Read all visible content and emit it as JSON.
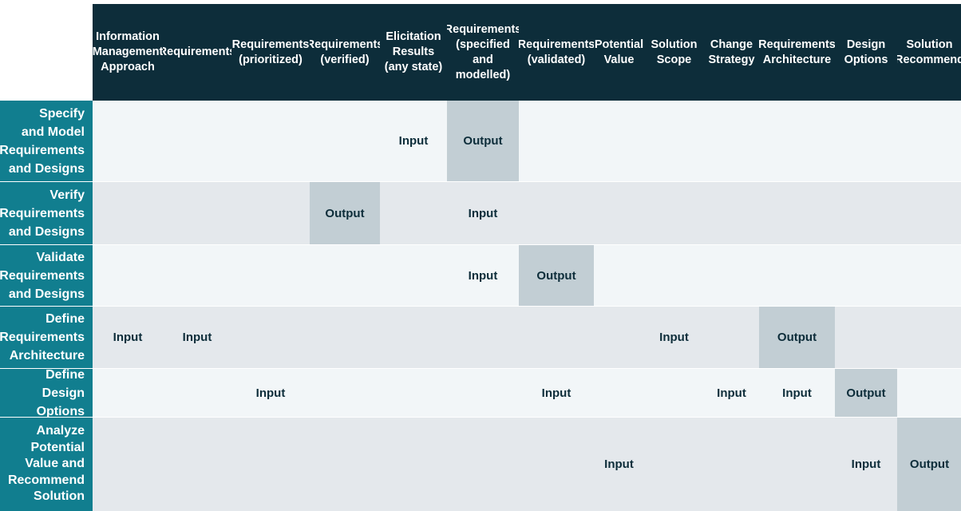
{
  "columns": [
    "Information\nManagement\nApproach",
    "Requirements",
    "Requirements\n(prioritized)",
    "Requirements\n(verified)",
    "Elicitation\nResults\n(any state)",
    "Requirements\n(specified and\nmodelled)",
    "Requirements\n(validated)",
    "Potential\nValue",
    "Solution\nScope",
    "Change\nStrategy",
    "Requirements\nArchitecture",
    "Design\nOptions",
    "Solution\nRecommend"
  ],
  "rows": [
    {
      "label": "Specify\nand Model\nRequirements\nand  Designs",
      "cells": [
        "",
        "",
        "",
        "",
        "Input",
        "Output",
        "",
        "",
        "",
        "",
        "",
        "",
        ""
      ]
    },
    {
      "label": "Verify\nRequirements\nand  Designs",
      "cells": [
        "",
        "",
        "",
        "Output",
        "",
        "Input",
        "",
        "",
        "",
        "",
        "",
        "",
        ""
      ]
    },
    {
      "label": "Validate\nRequirements\nand  Designs",
      "cells": [
        "",
        "",
        "",
        "",
        "",
        "Input",
        "Output",
        "",
        "",
        "",
        "",
        "",
        ""
      ]
    },
    {
      "label": "Define\nRequirements\nArchitecture",
      "cells": [
        "Input",
        "Input",
        "",
        "",
        "",
        "",
        "",
        "",
        "Input",
        "",
        "Output",
        "",
        ""
      ]
    },
    {
      "label": "Define Design\nOptions",
      "cells": [
        "",
        "",
        "Input",
        "",
        "",
        "",
        "Input",
        "",
        "",
        "Input",
        "Input",
        "Output",
        ""
      ]
    },
    {
      "label": "Analyze\nPotential\nValue and\nRecommend\nSolution",
      "cells": [
        "",
        "",
        "",
        "",
        "",
        "",
        "",
        "Input",
        "",
        "",
        "",
        "Input",
        "Output"
      ]
    }
  ],
  "colors": {
    "header_bg": "#0d2d3a",
    "row_header_bg": "#117e8f",
    "row_light_bg": "#f2f6f8",
    "row_dark_bg": "#e4e8ec",
    "output_bg": "#c2ced4",
    "cell_text": "#0d2d3a"
  }
}
